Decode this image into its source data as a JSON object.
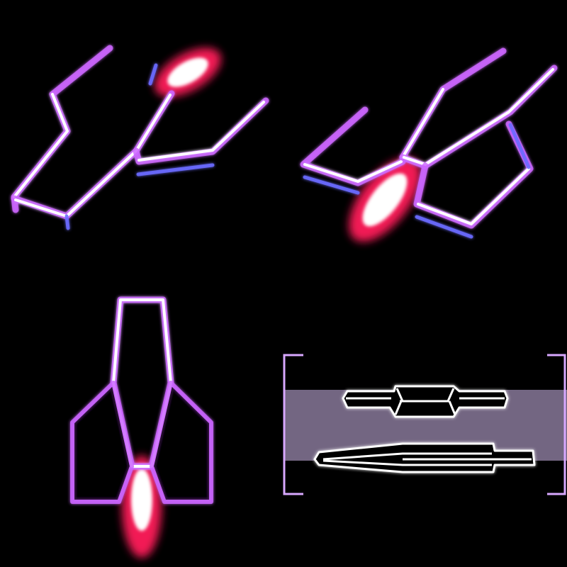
{
  "sprite_sheet": {
    "background_color": "#000000",
    "line_color": "#ffffff",
    "glow_color": "#cc66ff",
    "edge_tint_blue": "#6a6aff",
    "flame_core_color": "#ffffff",
    "flame_glow_color": "#ff1a5a",
    "panel_fill_color": "#736682",
    "bracket_color": "#d8a8ff",
    "sprites": [
      {
        "name": "ship-banking-left",
        "has_exhaust_flame": true
      },
      {
        "name": "ship-banking-right",
        "has_exhaust_flame": true
      },
      {
        "name": "ship-top-down",
        "has_exhaust_flame": true
      },
      {
        "name": "ship-parts-panel",
        "has_exhaust_flame": false
      }
    ]
  }
}
